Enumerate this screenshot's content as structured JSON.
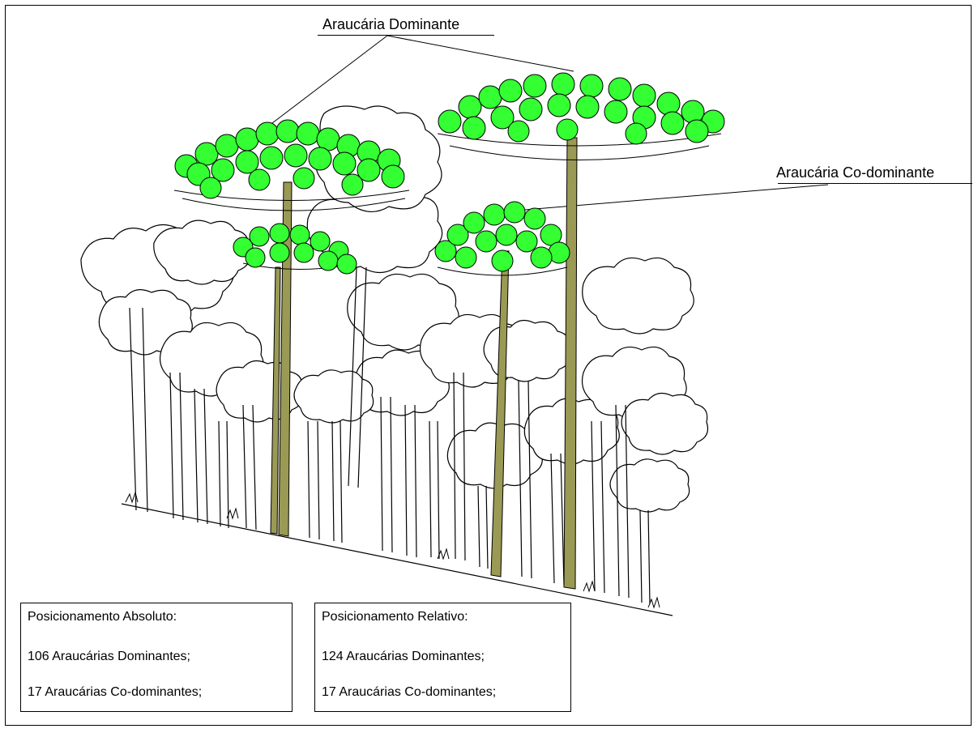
{
  "labels": {
    "dominant": "Araucária Dominante",
    "codominant": "Araucária Co-dominante"
  },
  "boxes": {
    "absolute": {
      "title": "Posicionamento Absoluto:",
      "line1": "106 Araucárias Dominantes;",
      "line2": "17  Araucárias Co-dominantes;"
    },
    "relative": {
      "title": "Posicionamento Relativo:",
      "line1": "124 Araucárias Dominantes;",
      "line2": "17  Araucárias Co-dominantes;"
    }
  },
  "colors": {
    "araucaria_crown": "#33ff33",
    "araucaria_trunk": "#9a9a55",
    "line": "#000000"
  },
  "icons": {
    "forest": "forest-illustration-icon"
  }
}
